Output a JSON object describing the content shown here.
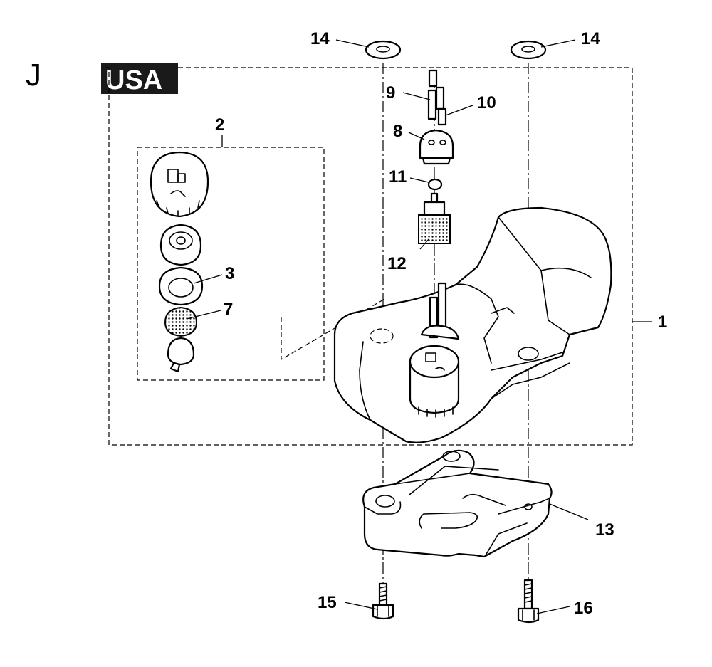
{
  "section_letter": "J",
  "region_badge": "USA",
  "colors": {
    "line": "#000000",
    "background": "#ffffff",
    "badge": "#1a1a1a"
  },
  "part_numbers": {
    "p1": "1",
    "p2": "2",
    "p3": "3",
    "p7": "7",
    "p8": "8",
    "p9": "9",
    "p10": "10",
    "p11": "11",
    "p12": "12",
    "p13": "13",
    "p14_left": "14",
    "p14_right": "14",
    "p15": "15",
    "p16": "16"
  }
}
